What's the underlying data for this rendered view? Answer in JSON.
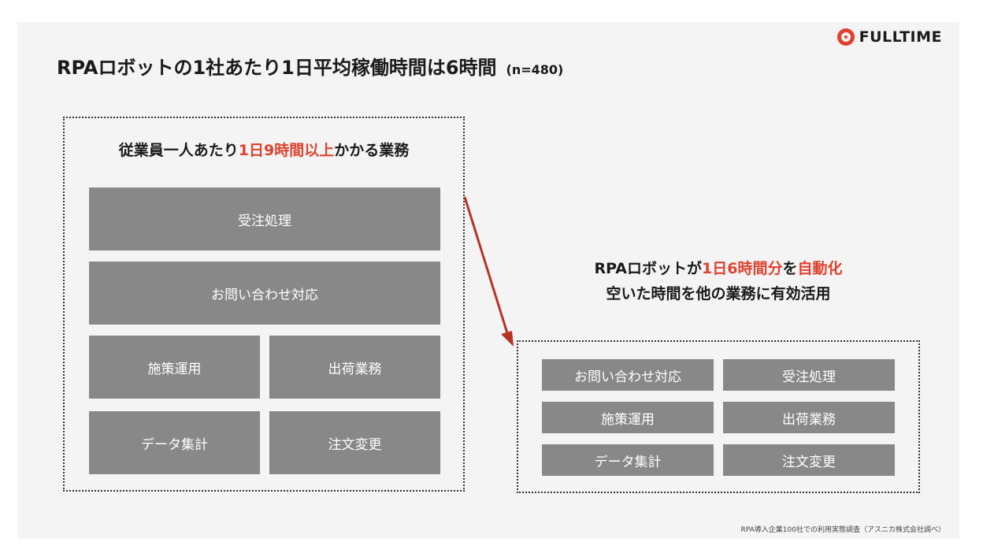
{
  "brand": {
    "name": "FULLTIME",
    "accent": "#e0412f"
  },
  "title": {
    "text": "RPAロボットの1社あたり1日平均稼働時間は6時間",
    "n": "(n=480)"
  },
  "left_box": {
    "heading_pre": "従業員一人あたり",
    "heading_red": "1日9時間以上",
    "heading_post": "かかる業務",
    "tasks": [
      "受注処理",
      "お問い合わせ対応",
      "施策運用",
      "出荷業務",
      "データ集計",
      "注文変更"
    ]
  },
  "right_caption": {
    "line1_pre": "RPAロボットが",
    "line1_red1": "1日6時間分",
    "line1_mid": "を",
    "line1_red2": "自動化",
    "line2": "空いた時間を他の業務に有効活用"
  },
  "right_box": {
    "tasks": [
      "お問い合わせ対応",
      "受注処理",
      "施策運用",
      "出荷業務",
      "データ集計",
      "注文変更"
    ]
  },
  "source": "RPA導入企業100社での利用実態調査（アスニカ株式会社調べ）",
  "colors": {
    "task_fill": "#888888",
    "background": "#f3f4f3",
    "arrow": "#b83224"
  }
}
